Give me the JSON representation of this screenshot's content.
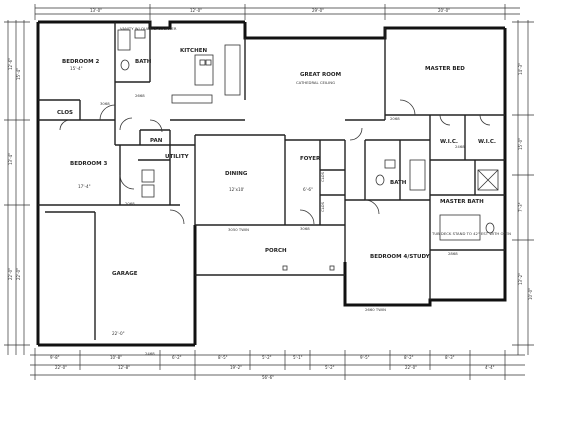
{
  "rooms": {
    "bedroom2": {
      "name": "BEDROOM 2",
      "size": "15'-4\""
    },
    "bath": {
      "name": "BATH",
      "note": "VANITY W/ QUARTZ COUNTER"
    },
    "kitchen": {
      "name": "KITCHEN"
    },
    "clos": {
      "name": "CLOS"
    },
    "bedroom3": {
      "name": "BEDROOM 3",
      "size": "17'-4\""
    },
    "pan": {
      "name": "PAN"
    },
    "utility": {
      "name": "UTILITY"
    },
    "dining": {
      "name": "DINING",
      "size": "12'x10'"
    },
    "great_room": {
      "name": "GREAT ROOM",
      "note": "CATHEDRAL CEILING"
    },
    "foyer": {
      "name": "FOYER",
      "size": "6'-6\""
    },
    "master_bed": {
      "name": "MASTER BED"
    },
    "wic1": {
      "name": "W.I.C."
    },
    "wic2": {
      "name": "W.I.C."
    },
    "bath2": {
      "name": "BATH"
    },
    "master_bath": {
      "name": "MASTER BATH"
    },
    "shower_note": {
      "text": "TUB DECK STAND TO 42\" EST WITH OPEN"
    },
    "garage": {
      "name": "GARAGE",
      "size": "22'-0\""
    },
    "porch": {
      "name": "PORCH"
    },
    "bedroom4": {
      "name": "BEDROOM 4/STUDY"
    },
    "clos2": {
      "name": "CLOS"
    },
    "clos3": {
      "name": "CLOS"
    }
  },
  "bottom_dims_row1": [
    "9'-8\"",
    "10'-8\"",
    "6'-2\"",
    "8'-5\"",
    "5'-2\"",
    "5'-1\"",
    "9'-5\"",
    "8'-2\"",
    "8'-3\""
  ],
  "bottom_dims_row2": [
    "22'-0\"",
    "12'-8\"",
    "19'-2\"",
    "5'-2\"",
    "22'-0\"",
    "4'-4\""
  ],
  "bottom_total": "56'-6\"",
  "left_dims": [
    "12'-6\"",
    "15'-4\"",
    "13'-4\"",
    "22'-0\"",
    "22'-0\""
  ],
  "right_dims": [
    "14'-3\"",
    "15'-0\"",
    "7'-3\"",
    "13'-2\"",
    "10'-0\""
  ],
  "top_dims": [
    "13'-0\"",
    "12'-0\"",
    "29'-0\"",
    "20'-0\""
  ],
  "doors": [
    "3068",
    "2668",
    "2068",
    "2468",
    "3068",
    "2068",
    "2468",
    "2868"
  ],
  "windows": [
    "3050 TWIN",
    "2660 TWIN"
  ]
}
